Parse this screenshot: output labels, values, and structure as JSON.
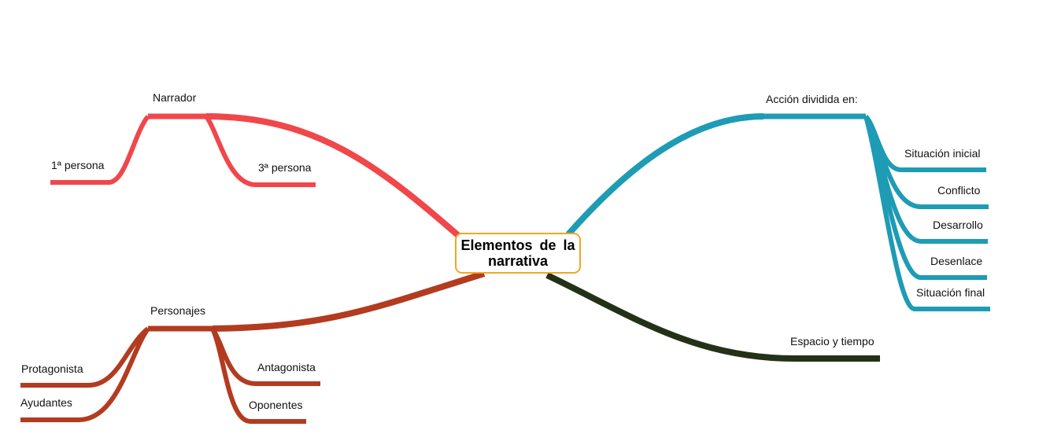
{
  "central_topic": "Elementos de la narrativa",
  "colors": {
    "narrador": "#f0474b",
    "accion": "#1e9bb5",
    "personajes": "#b33b20",
    "espacio": "#253117",
    "center_border": "#f5a623"
  },
  "branches": {
    "narrador": {
      "label": "Narrador",
      "children": [
        "1ª persona",
        "3ª persona"
      ]
    },
    "accion": {
      "label": "Acción dividida en:",
      "children": [
        "Situación inicial",
        "Conflicto",
        "Desarrollo",
        "Desenlace",
        "Situación final"
      ]
    },
    "personajes": {
      "label": "Personajes",
      "children": [
        "Protagonista",
        "Ayudantes",
        "Antagonista",
        "Oponentes"
      ]
    },
    "espacio": {
      "label": "Espacio y tiempo",
      "children": []
    }
  }
}
